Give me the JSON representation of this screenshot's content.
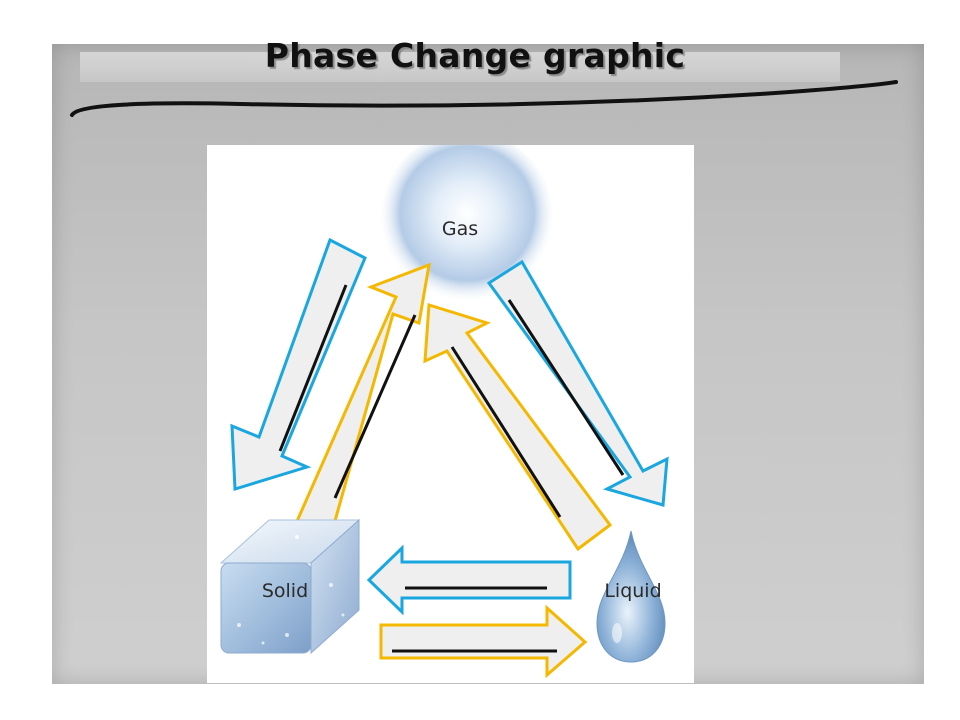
{
  "title": "Phase Change graphic",
  "diagram": {
    "nodes": {
      "gas": "Gas",
      "solid": "Solid",
      "liquid": "Liquid"
    },
    "edges": [
      {
        "from": "gas",
        "to": "solid",
        "color": "#1aa7e0"
      },
      {
        "from": "solid",
        "to": "gas",
        "color": "#f5b800"
      },
      {
        "from": "liquid",
        "to": "gas",
        "color": "#f5b800"
      },
      {
        "from": "gas",
        "to": "liquid",
        "color": "#1aa7e0"
      },
      {
        "from": "liquid",
        "to": "solid",
        "color": "#1aa7e0"
      },
      {
        "from": "solid",
        "to": "liquid",
        "color": "#f5b800"
      }
    ],
    "colors": {
      "cooling_arrow": "#1aa7e0",
      "heating_arrow": "#f5b800",
      "arrow_fill": "#efefef",
      "blank_line": "#111111"
    }
  }
}
